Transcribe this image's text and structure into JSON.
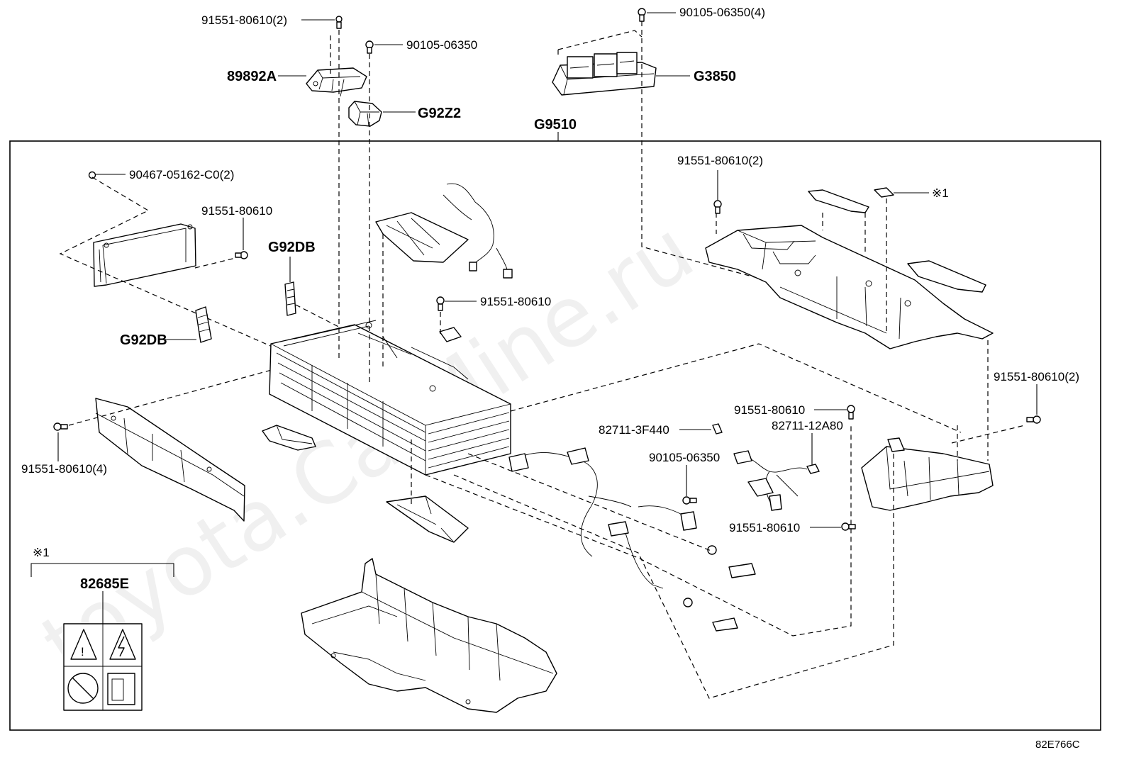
{
  "watermark": "toyota.CarMine.ru",
  "diagram_code": "82E766C",
  "assembly_label": "G9510",
  "note_marker": "※1",
  "note_box_title": "82685E",
  "callouts": {
    "bolt_top_left": "91551-80610(2)",
    "screw_top_center": "90105-06350",
    "bracket_89892A": "89892A",
    "clip_G92Z2": "G92Z2",
    "screw_top_right": "90105-06350(4)",
    "relay_block_G3850": "G3850",
    "nut_left_cover": "90467-05162-C0(2)",
    "bolt_left_cover": "91551-80610",
    "spacer_G92DB_upper": "G92DB",
    "spacer_G92DB_lower": "G92DB",
    "bolt_center": "91551-80610",
    "bolt_right_tray": "91551-80610(2)",
    "note_ref_right": "※1",
    "bolt_right_side": "91551-80610(2)",
    "bolt_lower_left": "91551-80610(4)",
    "clamp_82711_3F440": "82711-3F440",
    "bolt_mid_right": "91551-80610",
    "clamp_82711_12A80": "82711-12A80",
    "screw_mid_right": "90105-06350",
    "bolt_lower_right": "91551-80610"
  }
}
